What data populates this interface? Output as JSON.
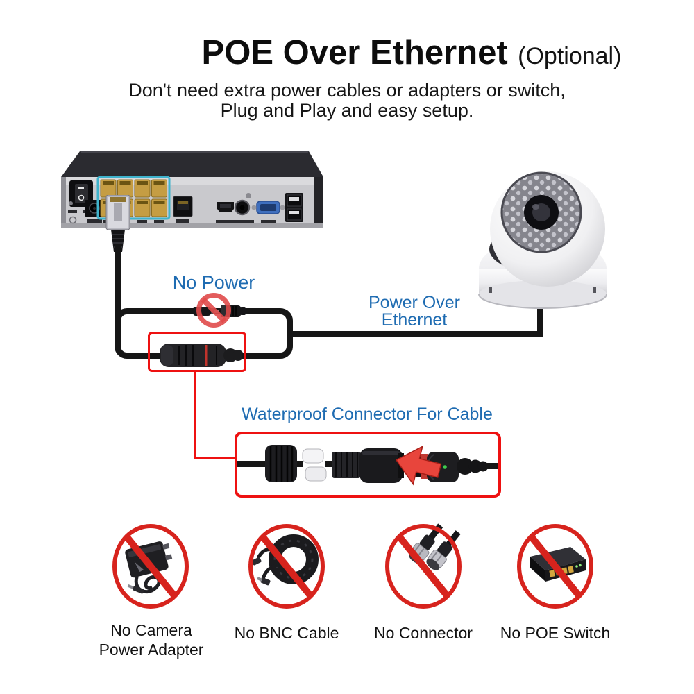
{
  "header": {
    "title": "POE Over Ethernet",
    "title_suffix": "(Optional)",
    "subtitle_line1": "Don't need extra power cables or adapters or switch,",
    "subtitle_line2": "Plug and Play and easy setup."
  },
  "diagram": {
    "no_power_label": "No Power",
    "poe_label_line1": "Power Over",
    "poe_label_line2": "Ethernet",
    "waterproof_label": "Waterproof Connector For Cable",
    "devices": {
      "recorder": "8-port POE NVR rear panel",
      "camera": "white dome IR camera",
      "connector": "waterproof cable connector"
    }
  },
  "prohibited_items": [
    {
      "icon": "camera-power-adapter-icon",
      "label_line1": "No Camera",
      "label_line2": "Power Adapter"
    },
    {
      "icon": "bnc-cable-icon",
      "label_line1": "No BNC Cable",
      "label_line2": ""
    },
    {
      "icon": "bnc-connector-icon",
      "label_line1": "No Connector",
      "label_line2": ""
    },
    {
      "icon": "poe-switch-icon",
      "label_line1": "No POE Switch",
      "label_line2": ""
    }
  ],
  "colors": {
    "label_blue": "#1f6cb2",
    "highlight_red": "#ee1111",
    "prohibition_red": "#d7231d",
    "cable_black": "#161616",
    "poe_port_gold": "#c59d43",
    "poe_border_cyan": "#3fb3cc",
    "vga_blue": "#3f6fbe"
  }
}
